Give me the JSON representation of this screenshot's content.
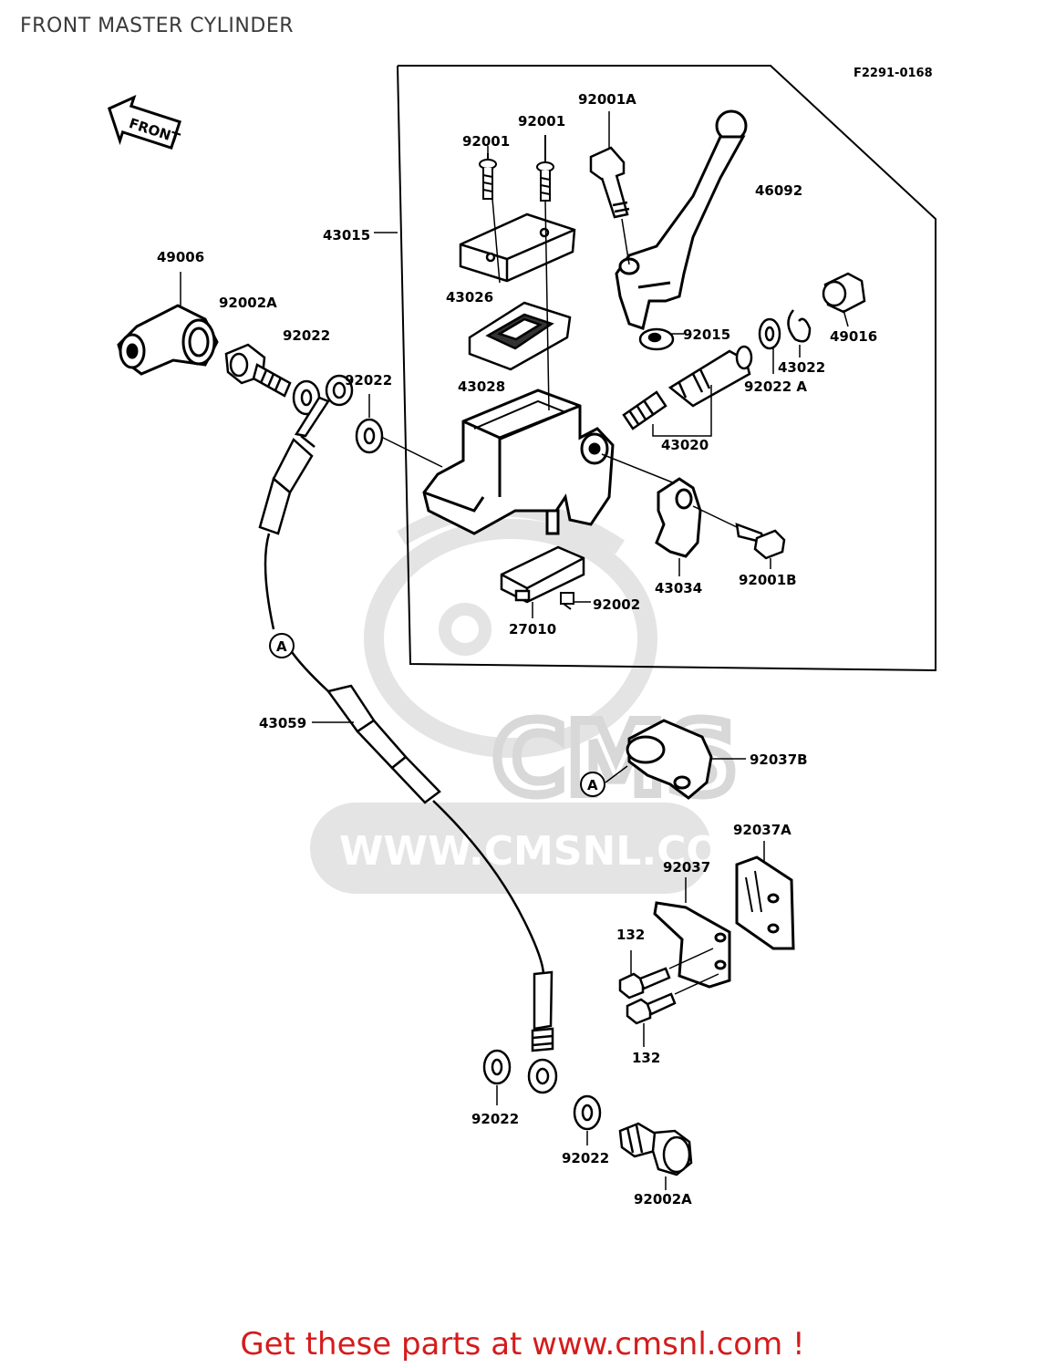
{
  "title": "FRONT MASTER CYLINDER",
  "figure_code": "F2291-0168",
  "front_arrow": "FRONT",
  "callout_letter": "A",
  "watermark": {
    "logo": "CMS",
    "url": "WWW.CMSNL.COM"
  },
  "parts": {
    "p92001A": "92001A",
    "p92001_a": "92001",
    "p92001_b": "92001",
    "p46092": "46092",
    "p43015": "43015",
    "p49006": "49006",
    "p92002A_top": "92002A",
    "p92022_a": "92022",
    "p92022_b": "92022",
    "p43026": "43026",
    "p43028": "43028",
    "p92015": "92015",
    "p49016": "49016",
    "p43022": "43022",
    "p92022A": "92022 A",
    "p43020": "43020",
    "p43034": "43034",
    "p92001B": "92001B",
    "p92002": "92002",
    "p27010": "27010",
    "p43059": "43059",
    "p92037B": "92037B",
    "p92037A": "92037A",
    "p92037": "92037",
    "p132_a": "132",
    "p132_b": "132",
    "p92022_c": "92022",
    "p92022_d": "92022",
    "p92002A_bottom": "92002A"
  },
  "footer": {
    "text": "Get these parts at www.cmsnl.com !"
  },
  "colors": {
    "footer": "#d41c1c",
    "line": "#000000",
    "watermark": "#e2e2e2"
  }
}
